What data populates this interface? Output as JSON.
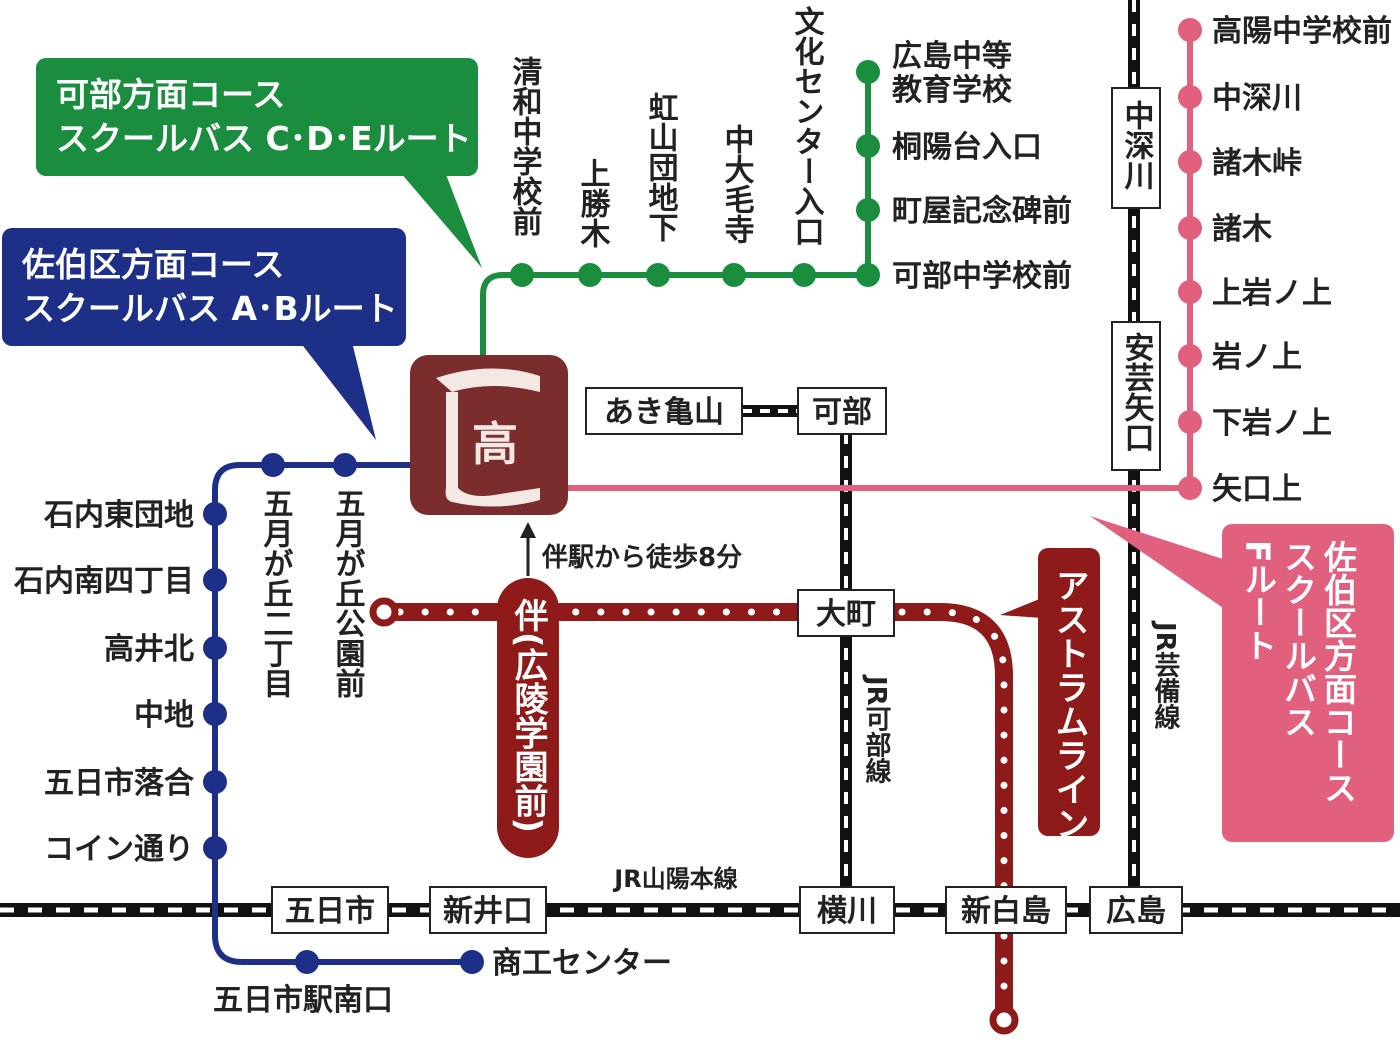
{
  "colors": {
    "green": "#1b8d3e",
    "navy": "#1d2f86",
    "pink": "#e0607d",
    "maroon": "#8e1a1a",
    "school_logo_bg": "#7b2d2d",
    "rail": "#111111"
  },
  "school_logo": {
    "kanji": "高",
    "icon": "school-crest-icon"
  },
  "callouts": {
    "green": {
      "line1": "可部方面コース",
      "line2": "スクールバス C･D･Eルート"
    },
    "navy": {
      "line1": "佐伯区方面コース",
      "line2": "スクールバス A･Bルート"
    },
    "pink": {
      "line1": "佐伯区方面コース",
      "line2": "スクールバス",
      "line3": "Fルート"
    }
  },
  "green_route": {
    "horizontal_stops": [
      "清和中学校前",
      "上勝木",
      "虹山団地下",
      "中大毛寺",
      "文化センター入口"
    ],
    "vertical_stops": [
      "広島中等教育学校",
      "桐陽台入口",
      "町屋記念碑前",
      "可部中学校前"
    ]
  },
  "navy_route": {
    "top_stops": [
      "五月が丘二丁目",
      "五月が丘公園前"
    ],
    "left_stops": [
      "石内東団地",
      "石内南四丁目",
      "高井北",
      "中地",
      "五日市落合",
      "コイン通り"
    ],
    "bottom_stops": [
      "五日市駅南口",
      "商工センター"
    ]
  },
  "pink_route": {
    "stops": [
      "高陽中学校前",
      "中深川",
      "諸木峠",
      "諸木",
      "上岩ノ上",
      "岩ノ上",
      "下岩ノ上",
      "矢口上"
    ]
  },
  "astram": {
    "name": "アストラムライン",
    "station_tomo": "伴(広陵学園前)",
    "walk_note": "伴駅から徒歩8分"
  },
  "stations": {
    "akikameyama": "あき亀山",
    "kabe": "可部",
    "omachi": "大町",
    "itsukaichi": "五日市",
    "shiniguchi": "新井口",
    "yokogawa": "横川",
    "shinhakushima": "新白島",
    "hiroshima": "広島",
    "nakafukawa": "中深川",
    "akiyaguchi": "安芸矢口"
  },
  "rail_lines": {
    "sanyo": "JR山陽本線",
    "kabe_line": "JR可部線",
    "geibi_line": "JR芸備線"
  }
}
